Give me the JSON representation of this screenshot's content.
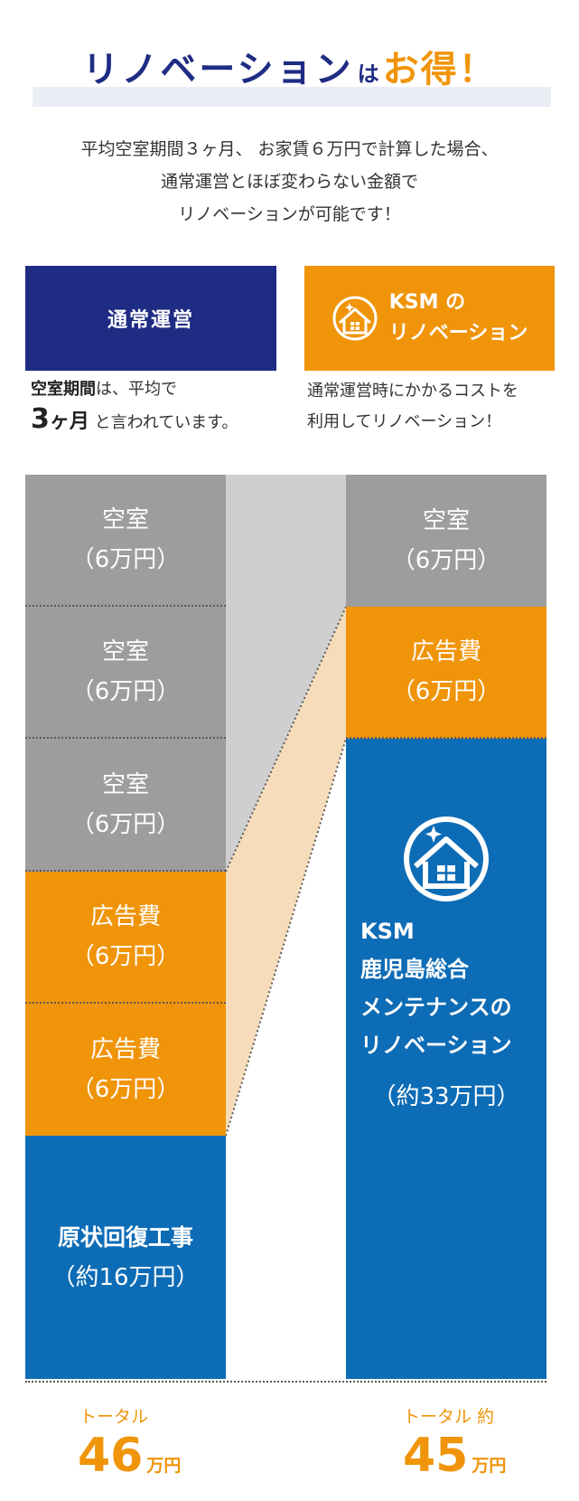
{
  "title": {
    "part1": "リノベーション",
    "part2": "は",
    "part3": "お得！"
  },
  "intro": [
    "平均空室期間３ヶ月、 お家賃６万円で計算した場合、",
    "通常運営とほぼ変わらない金額で",
    "リノベーションが可能です！"
  ],
  "left": {
    "header": "通常運営",
    "desc_line1_bold": "空室期間",
    "desc_line1_rest": "は、平均で",
    "desc_line2_num": "3",
    "desc_line2_unit": "ヶ月",
    "desc_line2_rest": " と言われています。",
    "blocks": [
      {
        "label": "空室",
        "sub": "（6万円）"
      },
      {
        "label": "空室",
        "sub": "（6万円）"
      },
      {
        "label": "空室",
        "sub": "（6万円）"
      },
      {
        "label": "広告費",
        "sub": "（6万円）"
      },
      {
        "label": "広告費",
        "sub": "（6万円）"
      },
      {
        "label": "原状回復工事",
        "sub": "（約16万円）"
      }
    ],
    "total_label": "トータル",
    "total_value": "46",
    "total_unit": "万円"
  },
  "right": {
    "header_line1": "KSM の",
    "header_line2": "リノベーション",
    "desc_line1": "通常運営時にかかるコストを",
    "desc_line2": "利用してリノベーション！",
    "blocks": [
      {
        "label": "空室",
        "sub": "（6万円）"
      },
      {
        "label": "広告費",
        "sub": "（6万円）"
      }
    ],
    "ksm_block": {
      "lines": [
        "KSM",
        "鹿児島総合",
        "メンテナンスの",
        "リノベーション"
      ],
      "sub": "（約33万円）"
    },
    "total_label": "トータル 約",
    "total_value": "45",
    "total_unit": "万円"
  },
  "colors": {
    "navy": "#1f2c84",
    "orange": "#f0940a",
    "gray": "#9d9d9d",
    "blue": "#0d6cb6",
    "light_gray_band": "#cfcfcf",
    "peach_band": "#f6dcba"
  },
  "icons": [
    "house-sparkle-icon"
  ]
}
